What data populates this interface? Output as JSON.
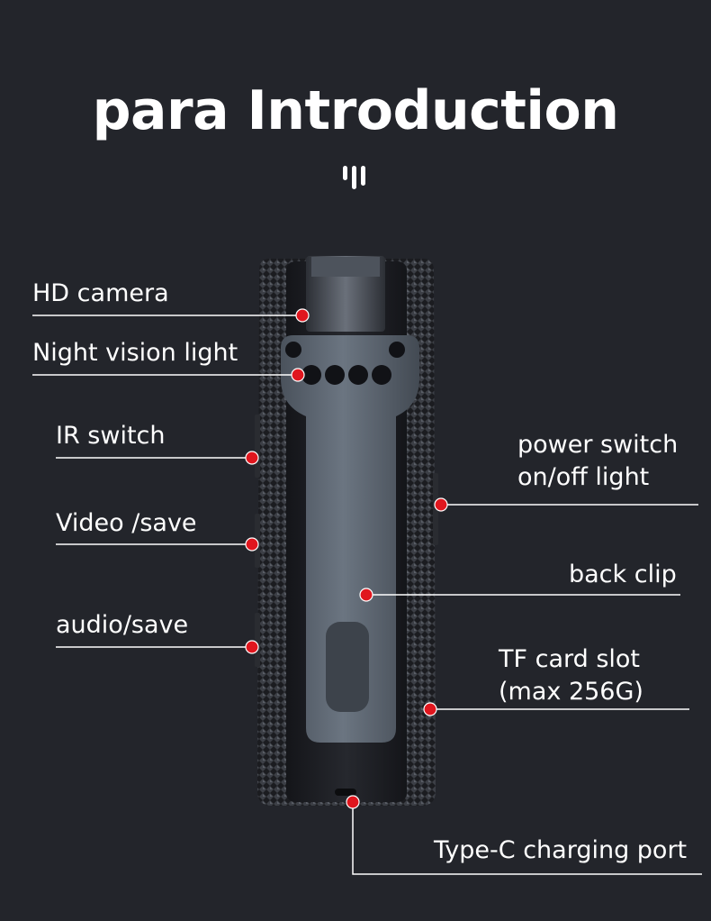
{
  "title": "para Introduction",
  "colors": {
    "background": "#23252b",
    "marker": "#e0161e",
    "line": "#ffffff",
    "device_body": "#1c1d21",
    "clip": "#5d6773"
  },
  "icons": {
    "title_mark": "three-bars-icon"
  },
  "labels": {
    "hd_camera": "HD camera",
    "night_vision": "Night vision light",
    "ir_switch": "IR switch",
    "video_save": "Video /save",
    "audio_save": "audio/save",
    "power_switch_line1": "power switch",
    "power_switch_line2": "on/off light",
    "back_clip": "back clip",
    "tf_card_line1": "TF card slot",
    "tf_card_line2": "(max 256G)",
    "type_c": "Type-C charging port"
  }
}
